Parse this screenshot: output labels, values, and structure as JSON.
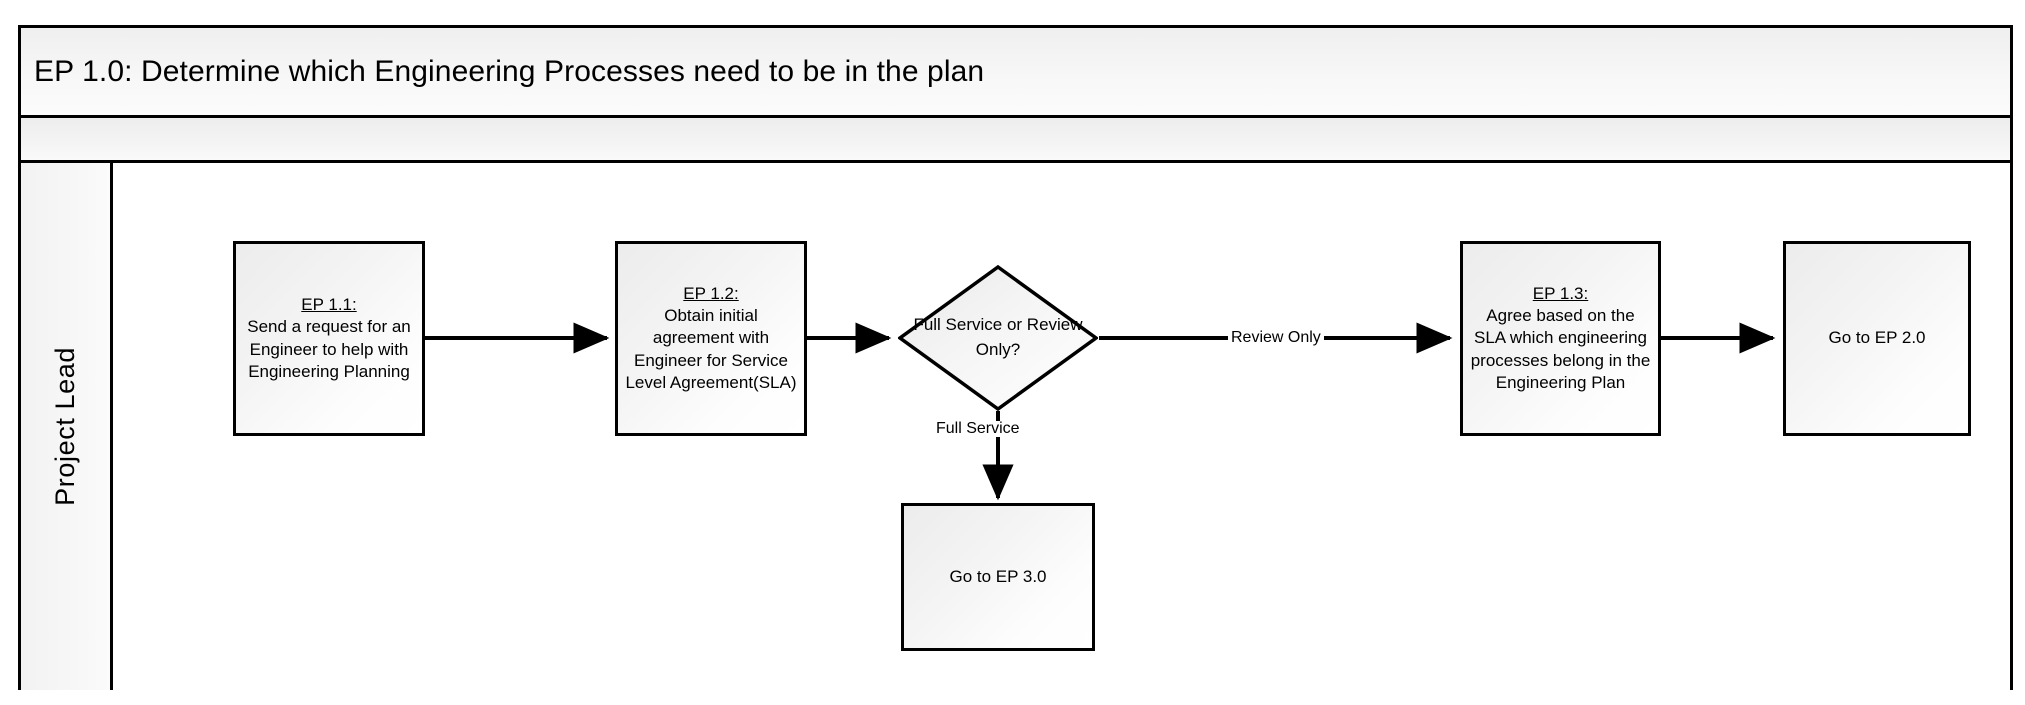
{
  "pool": {
    "title": "EP 1.0: Determine which Engineering Processes need to be in the plan",
    "subrow_label": "",
    "lane_label": "Project Lead"
  },
  "colors": {
    "border": "#000000",
    "node_fill_light": "#ffffff",
    "node_fill_shade": "#ececec",
    "header_fill": "#f2f2f2",
    "text": "#000000"
  },
  "nodes": [
    {
      "id": "ep-1-1",
      "type": "process",
      "header": "EP 1.1:",
      "body": "Send a request for an Engineer to help with Engineering Planning"
    },
    {
      "id": "ep-1-2",
      "type": "process",
      "header": "EP 1.2:",
      "body": "Obtain initial agreement with Engineer for Service Level Agreement(SLA)"
    },
    {
      "id": "decision-service-type",
      "type": "decision",
      "text": "Full Service or Review Only?"
    },
    {
      "id": "ep-1-3",
      "type": "process",
      "header": "EP 1.3:",
      "body": "Agree based on the SLA  which engineering processes belong in the Engineering Plan"
    },
    {
      "id": "go-to-ep-2-0",
      "type": "terminal",
      "text": "Go to EP 2.0"
    },
    {
      "id": "go-to-ep-3-0",
      "type": "terminal",
      "text": "Go to EP 3.0"
    }
  ],
  "edges": [
    {
      "id": "ep11-to-ep12",
      "label": ""
    },
    {
      "id": "ep12-to-decision",
      "label": ""
    },
    {
      "id": "decision-to-ep13",
      "label": "Review Only"
    },
    {
      "id": "decision-to-ep30",
      "label": "Full Service"
    },
    {
      "id": "ep13-to-ep20",
      "label": ""
    }
  ]
}
